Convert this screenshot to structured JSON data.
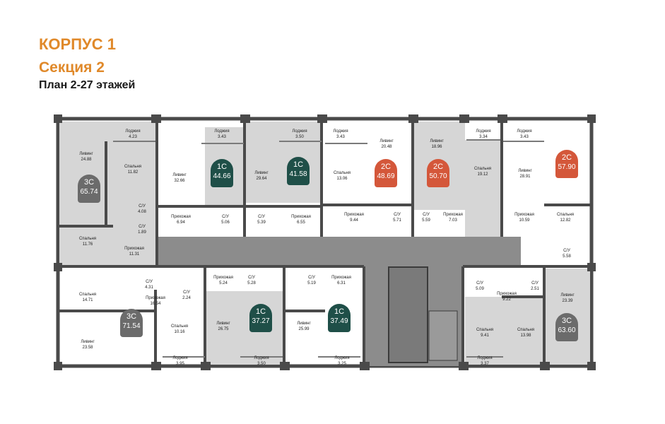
{
  "header": {
    "building": "КОРПУС 1",
    "section": "Секция 2",
    "plan": "План 2-27 этажей"
  },
  "colors": {
    "accent_orange": "#e0892a",
    "badge_gray": "#6b6b6b",
    "badge_teal": "#1f4f48",
    "badge_red": "#d4573a",
    "room_gray": "#d6d6d6",
    "corridor": "#8c8c8c",
    "wall": "#4a4a4a"
  },
  "apartments": [
    {
      "type": "3С",
      "area": "65.74",
      "color": "gray"
    },
    {
      "type": "1С",
      "area": "44.66",
      "color": "teal"
    },
    {
      "type": "1С",
      "area": "41.58",
      "color": "teal"
    },
    {
      "type": "2С",
      "area": "48.69",
      "color": "red"
    },
    {
      "type": "2С",
      "area": "50.70",
      "color": "red"
    },
    {
      "type": "2С",
      "area": "57.90",
      "color": "red"
    },
    {
      "type": "3С",
      "area": "71.54",
      "color": "gray"
    },
    {
      "type": "1С",
      "area": "37.27",
      "color": "teal"
    },
    {
      "type": "1С",
      "area": "37.49",
      "color": "teal"
    },
    {
      "type": "3С",
      "area": "63.60",
      "color": "gray"
    }
  ],
  "rooms": [
    {
      "name": "Лоджия",
      "area": "4.23"
    },
    {
      "name": "Ливинг",
      "area": "24.88"
    },
    {
      "name": "Спальня",
      "area": "11.82"
    },
    {
      "name": "С/У",
      "area": "4.08"
    },
    {
      "name": "С/У",
      "area": "1.89"
    },
    {
      "name": "Спальня",
      "area": "11.76"
    },
    {
      "name": "Прихожая",
      "area": "11.31"
    },
    {
      "name": "Лоджия",
      "area": "3.43"
    },
    {
      "name": "Ливинг",
      "area": "32.66"
    },
    {
      "name": "Прихожая",
      "area": "6.94"
    },
    {
      "name": "С/У",
      "area": "5.06"
    },
    {
      "name": "Лоджия",
      "area": "3.50"
    },
    {
      "name": "Ливинг",
      "area": "29.64"
    },
    {
      "name": "С/У",
      "area": "5.39"
    },
    {
      "name": "Прихожая",
      "area": "6.55"
    },
    {
      "name": "Лоджия",
      "area": "3.43"
    },
    {
      "name": "Спальня",
      "area": "13.06"
    },
    {
      "name": "Ливинг",
      "area": "20.48"
    },
    {
      "name": "Прихожая",
      "area": "9.44"
    },
    {
      "name": "С/У",
      "area": "5.71"
    },
    {
      "name": "Ливинг",
      "area": "18.96"
    },
    {
      "name": "С/У",
      "area": "5.59"
    },
    {
      "name": "Прихожая",
      "area": "7.03"
    },
    {
      "name": "Лоджия",
      "area": "3.34"
    },
    {
      "name": "Спальня",
      "area": "19.12"
    },
    {
      "name": "Лоджия",
      "area": "3.43"
    },
    {
      "name": "Ливинг",
      "area": "28.91"
    },
    {
      "name": "Прихожая",
      "area": "10.59"
    },
    {
      "name": "Спальня",
      "area": "12.82"
    },
    {
      "name": "С/У",
      "area": "5.58"
    },
    {
      "name": "Спальня",
      "area": "14.71"
    },
    {
      "name": "С/У",
      "area": "4.31"
    },
    {
      "name": "Прихожая",
      "area": "16.54"
    },
    {
      "name": "С/У",
      "area": "2.24"
    },
    {
      "name": "Спальня",
      "area": "10.16"
    },
    {
      "name": "Ливинг",
      "area": "23.58"
    },
    {
      "name": "Лоджия",
      "area": "3.95"
    },
    {
      "name": "Прихожая",
      "area": "5.24"
    },
    {
      "name": "С/У",
      "area": "5.28"
    },
    {
      "name": "Ливинг",
      "area": "26.75"
    },
    {
      "name": "Лоджия",
      "area": "3.50"
    },
    {
      "name": "С/У",
      "area": "5.19"
    },
    {
      "name": "Прихожая",
      "area": "6.31"
    },
    {
      "name": "Ливинг",
      "area": "25.99"
    },
    {
      "name": "Лоджия",
      "area": "3.25"
    },
    {
      "name": "С/У",
      "area": "5.09"
    },
    {
      "name": "Прихожая",
      "area": "9.22"
    },
    {
      "name": "С/У",
      "area": "2.51"
    },
    {
      "name": "Ливинг",
      "area": "23.39"
    },
    {
      "name": "Спальня",
      "area": "9.41"
    },
    {
      "name": "Спальня",
      "area": "13.98"
    },
    {
      "name": "Лоджия",
      "area": "3.37"
    }
  ]
}
